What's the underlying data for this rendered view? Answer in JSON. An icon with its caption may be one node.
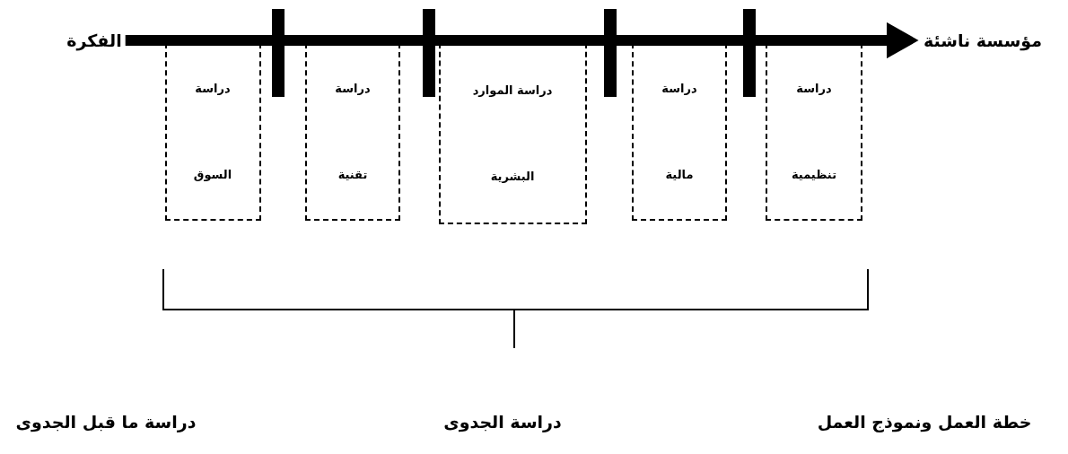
{
  "diagram": {
    "nodes": [
      {
        "text": [
          "الفكرة"
        ]
      },
      {
        "text": [
          "مؤسسة ناشئة"
        ]
      },
      {
        "text": [
          "دراسة السوق"
        ]
      },
      {
        "text": [
          "دراسة تقنية"
        ]
      },
      {
        "text": [
          "دراسة الموارد البشرية"
        ]
      },
      {
        "text": [
          "دراسة مالية"
        ]
      },
      {
        "text": [
          "دراسة تنظيمية"
        ]
      }
    ],
    "edges": [
      {
        "from": 0,
        "to": 1,
        "arrow": "to"
      }
    ],
    "labels": [
      "خطة العمل ونموذج العمل",
      "دراسة الجدوى",
      "دراسة ما قبل الجدوى"
    ]
  }
}
